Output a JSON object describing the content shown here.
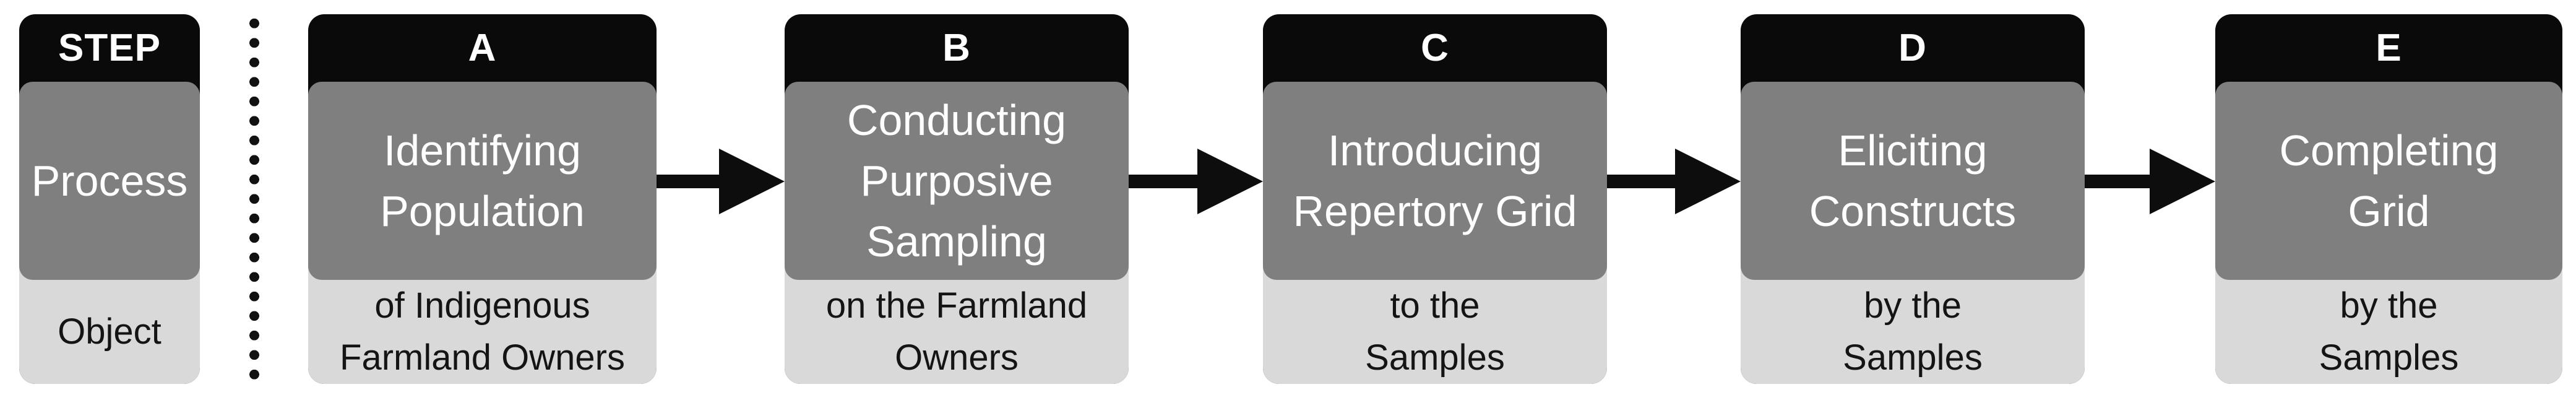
{
  "legend": {
    "header": "STEP",
    "process": "Process",
    "object": "Object"
  },
  "steps": [
    {
      "letter": "A",
      "process": "Identifying\nPopulation",
      "object": "of Indigenous\nFarmland Owners"
    },
    {
      "letter": "B",
      "process": "Conducting\nPurposive\nSampling",
      "object": "on the Farmland\nOwners"
    },
    {
      "letter": "C",
      "process": "Introducing\nRepertory Grid",
      "object": "to the\nSamples"
    },
    {
      "letter": "D",
      "process": "Eliciting\nConstructs",
      "object": "by the\nSamples"
    },
    {
      "letter": "E",
      "process": "Completing\nGrid",
      "object": "by the\nSamples"
    }
  ],
  "colors": {
    "canvas_bg": "#ffffff",
    "header_bg": "#0a0a0a",
    "process_bg": "#7f7f7f",
    "object_bg": "#d9d9d9",
    "arrow": "#0d0d0d",
    "header_text": "#ffffff",
    "process_text": "#ffffff",
    "object_text": "#141414"
  }
}
